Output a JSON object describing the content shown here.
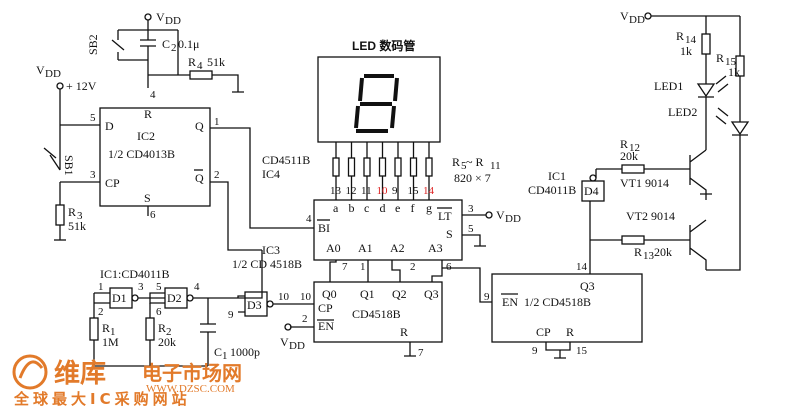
{
  "labels": {
    "vdd_top": "V",
    "vdd_sub": "DD",
    "sb2": "SB2",
    "c2": "C",
    "c2_sub": "2",
    "c2_val": "0.1μ",
    "r4": "R",
    "r4_sub": "4",
    "r4_val": "51k",
    "vdd_left": "V",
    "vdd_left_sub": "DD",
    "plus12v": "+ 12V",
    "sb1": "SB1",
    "r3": "R",
    "r3_sub": "3",
    "r3_val": "51k",
    "ic2": "IC2",
    "ic2_type": "1/2 CD4013B",
    "pin_d": "D",
    "pin_cp": "CP",
    "pin_r": "R",
    "pin_s": "S",
    "pin_q": "Q",
    "pin_qbar": "Q",
    "n4": "4",
    "n5": "5",
    "n3": "3",
    "n6": "6",
    "n1": "1",
    "n2": "2",
    "led_title": "LED 数码管",
    "cd4511": "CD4511B",
    "ic4": "IC4",
    "r5r11": "R",
    "r5r11_a": "5",
    "r5r11_tilde": " ~ R",
    "r5r11_b": "11",
    "r_val": "820 × 7",
    "pins_seg": [
      "13",
      "12",
      "11",
      "10",
      "9",
      "15",
      "14"
    ],
    "segs": [
      "a",
      "b",
      "c",
      "d",
      "e",
      "f",
      "g"
    ],
    "bi": "BI",
    "lt": "LT",
    "s_pin": "S",
    "p3": "3",
    "p5": "5",
    "p4": "4",
    "ic3": "IC3",
    "ic3_type": "1/2 CD 4518B",
    "a_pins": [
      "A0",
      "A1",
      "A2",
      "A3"
    ],
    "a_nums": [
      "7",
      "1",
      "2",
      "6"
    ],
    "q_pins": [
      "Q0",
      "Q1",
      "Q2",
      "Q3"
    ],
    "cd4518_main": "CD4518B",
    "cp": "CP",
    "en": "EN",
    "r_pin": "R",
    "n10": "10",
    "n2b": "2",
    "n7": "7",
    "ic1_label": "IC1:CD4011B",
    "d1": "D1",
    "d2": "D2",
    "d3": "D3",
    "d4": "D4",
    "r1": "R",
    "r1_sub": "1",
    "r1_val": "1M",
    "r2": "R",
    "r2_sub": "2",
    "r2_val": "20k",
    "c1": "C",
    "c1_sub": "1",
    "c1_val": "1000p",
    "vdd_bottom": "V",
    "vdd_bottom_sub": "DD",
    "ic1_right": "IC1",
    "cd4011_right": "CD4011B",
    "r14": "R",
    "r14_sub": "14",
    "r14_val": "1k",
    "r15": "R",
    "r15_sub": "15",
    "r15_val": "1k",
    "led1": "LED1",
    "led2": "LED2",
    "r12": "R",
    "r12_sub": "12",
    "r12_val": "20k",
    "vt1": "VT1 9014",
    "vt2": "VT2 9014",
    "r13": "R",
    "r13_sub": "13",
    "r13_val": "20k",
    "en_half": "EN",
    "half_cd4518": "1/2 CD4518B",
    "q3": "Q3",
    "n14": "14",
    "n9": "9",
    "n15": "15",
    "cp2": "CP",
    "r_pin2": "R",
    "n9b": "9",
    "watermark_main": "维库",
    "watermark_url": "电子市场网",
    "watermark_site": "WWW.DZSC.COM",
    "watermark_sub": "全球最大IC采购网站"
  }
}
